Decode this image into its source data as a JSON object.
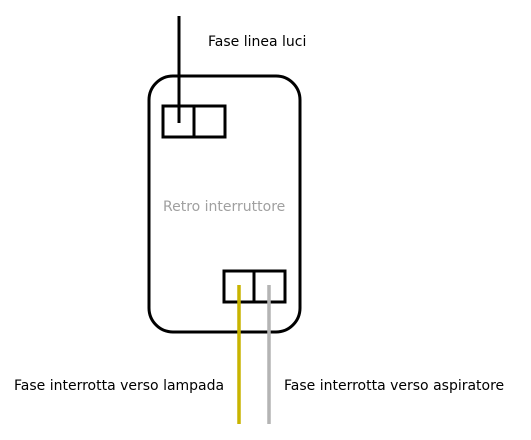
{
  "labels": {
    "top": "Fase linea luci",
    "center": "Retro interruttore",
    "bottom_left": "Fase interrotta verso lampada",
    "bottom_right": "Fase interrotta verso aspiratore"
  },
  "colors": {
    "outline": "#000000",
    "center_text": "#a0a0a0",
    "label_text": "#000000",
    "wire_line": "#000000",
    "wire_lamp": "#c8b400",
    "wire_fan": "#b4b4b4"
  }
}
